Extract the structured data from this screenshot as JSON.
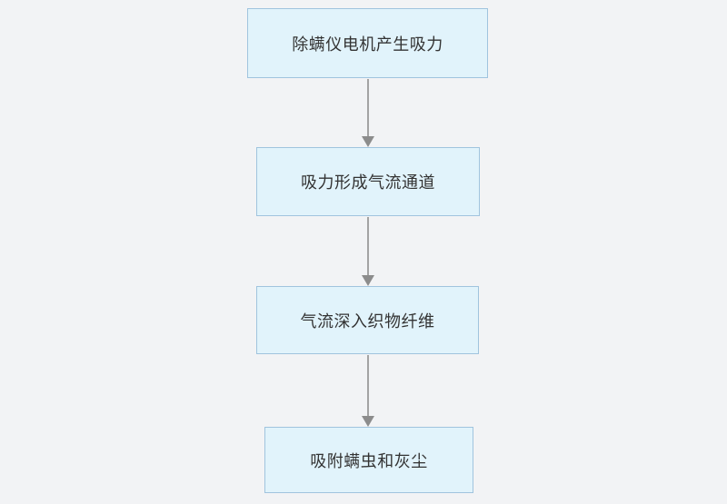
{
  "diagram": {
    "title": "",
    "type": "flowchart",
    "direction": "top-to-bottom",
    "colors": {
      "canvas_background": "#f2f3f5",
      "node_fill": "#e1f3fb",
      "node_border": "#a0c4de",
      "node_text": "#333333",
      "connector_line": "#a3a3a3",
      "arrowhead_fill": "#8c8c8c"
    },
    "nodes": [
      {
        "id": "step-1",
        "label": "除螨仪电机产生吸力"
      },
      {
        "id": "step-2",
        "label": "吸力形成气流通道"
      },
      {
        "id": "step-3",
        "label": "气流深入织物纤维"
      },
      {
        "id": "step-4",
        "label": "吸附螨虫和灰尘"
      }
    ],
    "edges": [
      {
        "from": "step-1",
        "to": "step-2",
        "style": "arrow-down"
      },
      {
        "from": "step-2",
        "to": "step-3",
        "style": "arrow-down"
      },
      {
        "from": "step-3",
        "to": "step-4",
        "style": "arrow-down"
      }
    ]
  }
}
